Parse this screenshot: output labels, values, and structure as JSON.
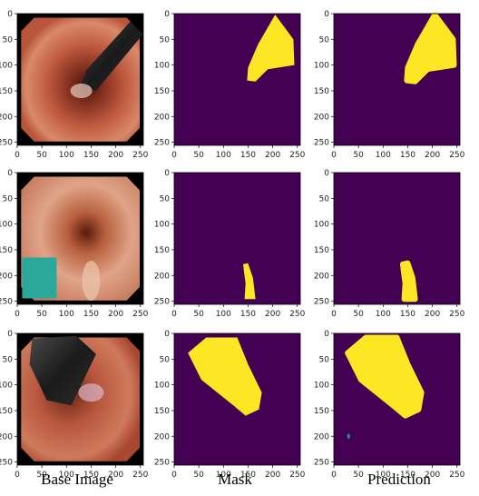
{
  "figure": {
    "column_titles": [
      "Base Image",
      "Mask",
      "Prediction"
    ],
    "axis_ticks": [
      "0",
      "50",
      "100",
      "150",
      "200",
      "250"
    ],
    "axis_range": [
      0,
      256
    ],
    "rows": [
      {
        "base_image": "endoscopy-frame-with-instrument-top-right",
        "mask_region": "large-polyp-upper-right",
        "prediction_region": "large-polyp-upper-right"
      },
      {
        "base_image": "endoscopy-frame-with-green-overlay-box",
        "mask_region": "small-polyp-lower-center",
        "prediction_region": "small-polyp-lower-center"
      },
      {
        "base_image": "endoscopy-frame-with-instrument-top-left",
        "mask_region": "large-polyp-upper-left",
        "prediction_region": "large-polyp-upper-left-plus-small-blob"
      }
    ],
    "colors": {
      "background": "#440154",
      "foreground": "#FDE725",
      "edge": "#21918c"
    }
  }
}
